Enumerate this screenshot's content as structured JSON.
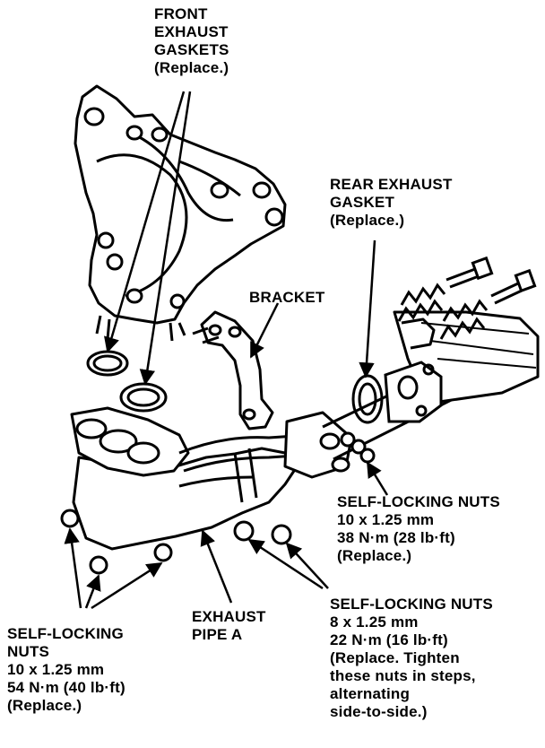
{
  "labels": {
    "front_gaskets": [
      "FRONT",
      "EXHAUST",
      "GASKETS",
      "(Replace.)"
    ],
    "rear_gasket": [
      "REAR EXHAUST",
      "GASKET",
      "(Replace.)"
    ],
    "bracket": [
      "BRACKET"
    ],
    "nuts_right_upper": [
      "SELF-LOCKING NUTS",
      "10 x 1.25 mm",
      "38 N·m (28 lb·ft)",
      "(Replace.)"
    ],
    "nuts_right_lower": [
      "SELF-LOCKING NUTS",
      "8 x 1.25 mm",
      "22 N·m (16 lb·ft)",
      "(Replace. Tighten",
      "these nuts in steps,",
      "alternating",
      "side-to-side.)"
    ],
    "exhaust_pipe": [
      "EXHAUST",
      "PIPE A"
    ],
    "nuts_left": [
      "SELF-LOCKING",
      "NUTS",
      "10 x 1.25 mm",
      "54 N·m (40 lb·ft)",
      "(Replace.)"
    ]
  },
  "colors": {
    "line": "#000000",
    "background": "#ffffff"
  }
}
